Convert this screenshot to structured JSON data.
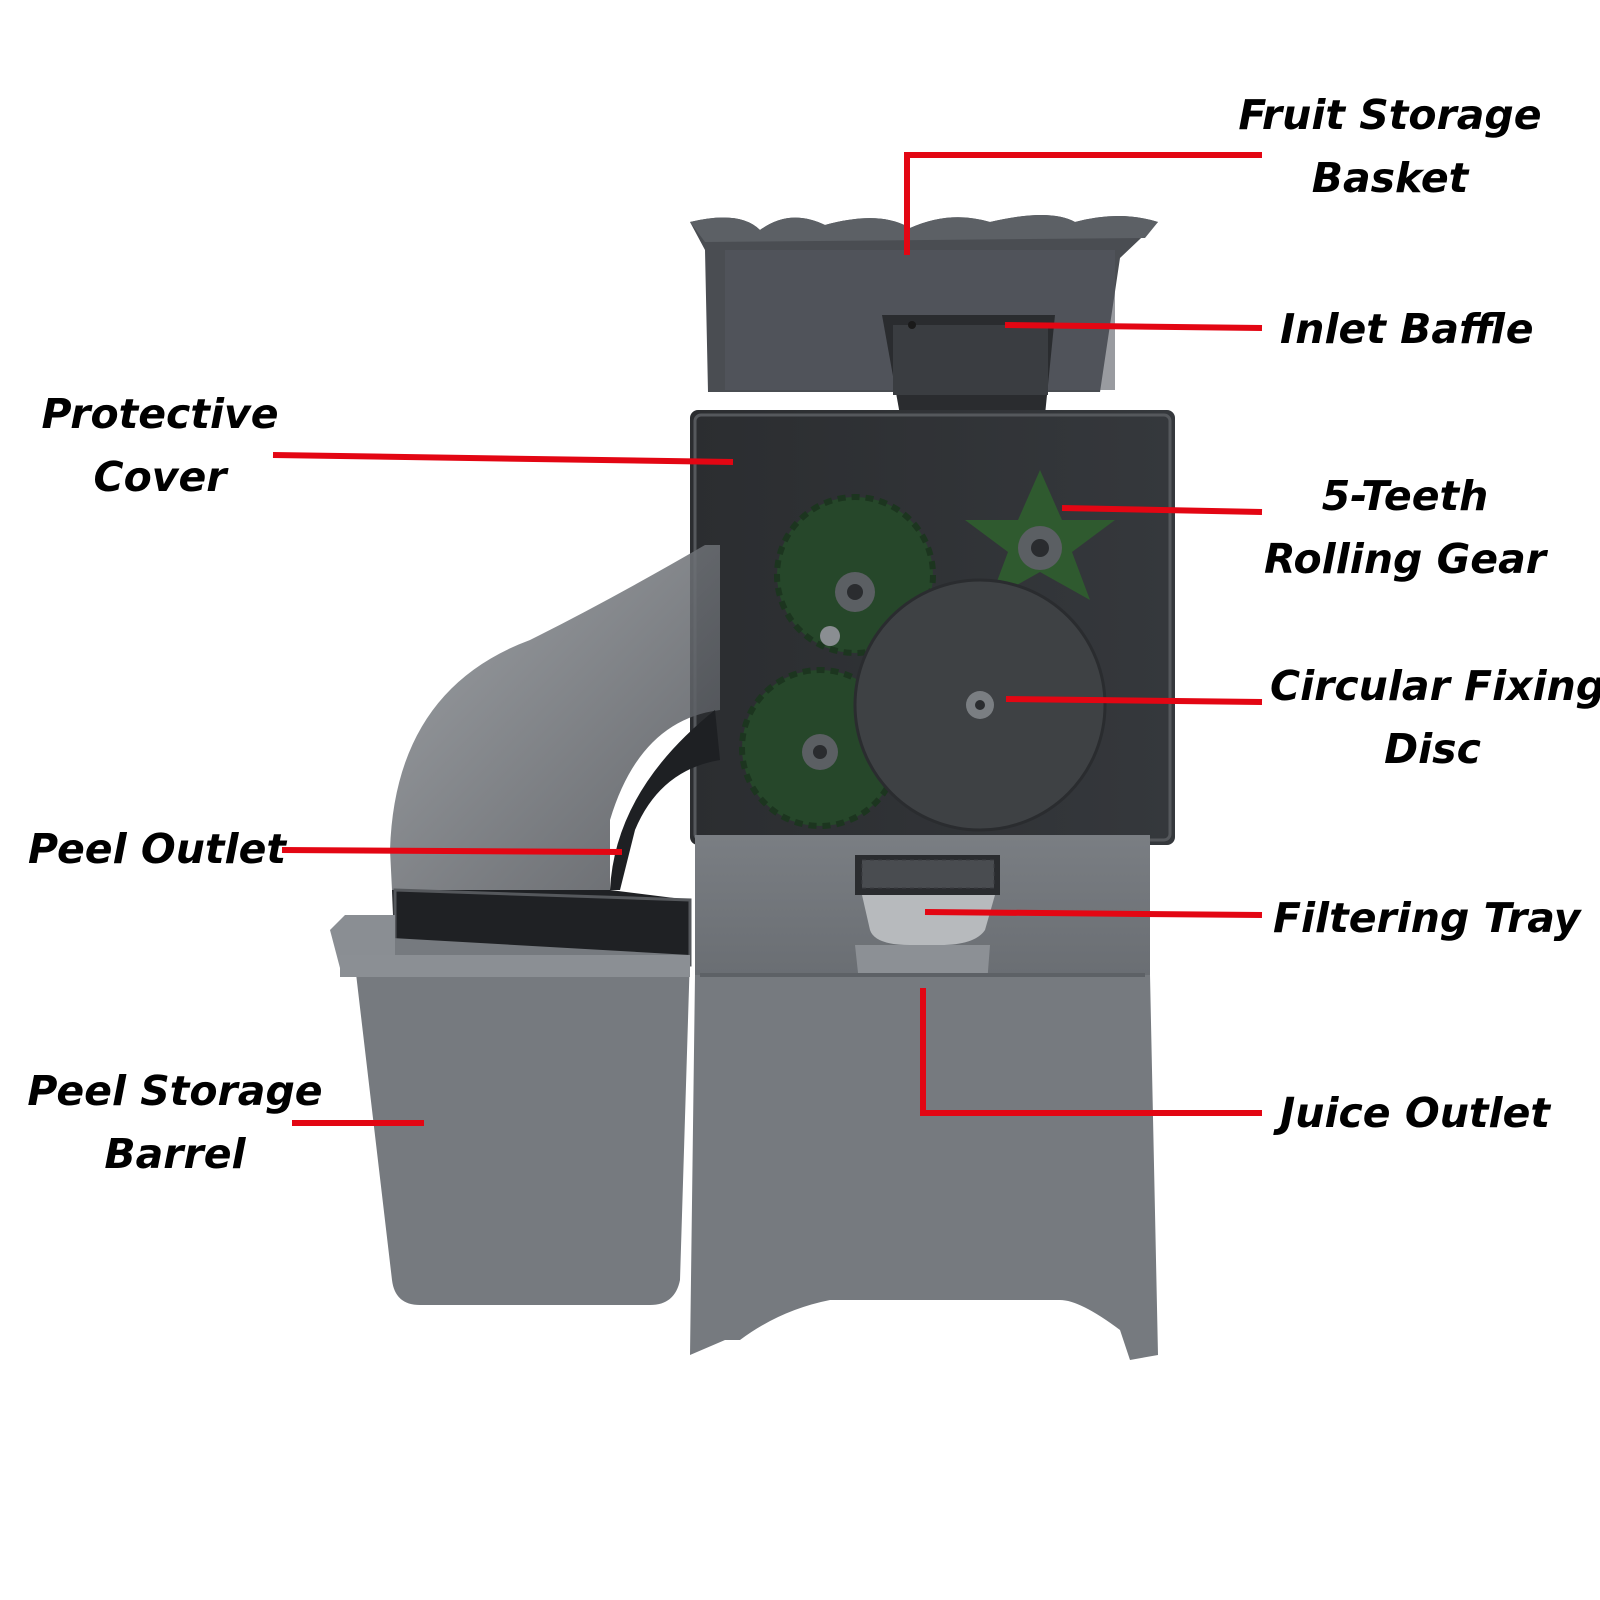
{
  "colors": {
    "leader": "#e30613",
    "body_gray": "#6f7378",
    "dark_gray": "#3c3f43",
    "gear_green": "#2f5a2f",
    "text": "#000000"
  },
  "labels": {
    "fruit_storage_basket": {
      "line1": "Fruit Storage",
      "line2": "Basket"
    },
    "inlet_baffle": "Inlet Baffle",
    "protective_cover": {
      "line1": "Protective",
      "line2": "Cover"
    },
    "rolling_gear": {
      "line1": "5-Teeth",
      "line2": "Rolling Gear"
    },
    "circular_fixing_disc": {
      "line1": "Circular Fixing",
      "line2": "Disc"
    },
    "peel_outlet": "Peel Outlet",
    "filtering_tray": "Filtering Tray",
    "peel_storage_barrel": {
      "line1": "Peel Storage",
      "line2": "Barrel"
    },
    "juice_outlet": "Juice Outlet"
  }
}
